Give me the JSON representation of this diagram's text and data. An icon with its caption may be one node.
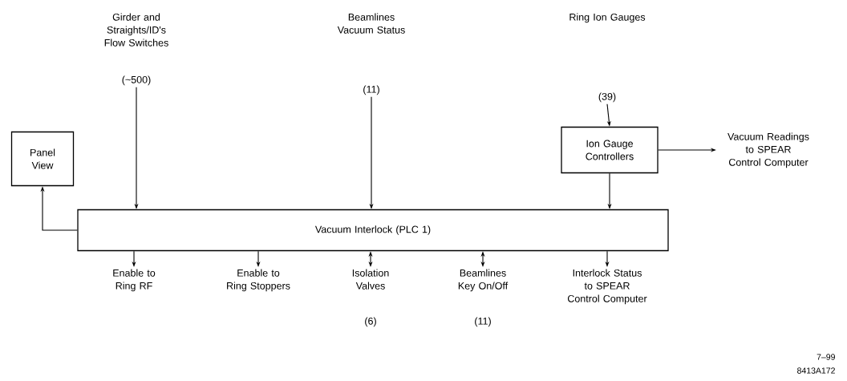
{
  "diagram": {
    "nodes": [
      {
        "text": [
          "Girder and Straights/ID's Flow Switches",
          "(~500)"
        ]
      },
      {
        "text": [
          "Beamlines Vacuum Status",
          "(11)"
        ]
      },
      {
        "text": [
          "Ring Ion Gauges",
          "(39)"
        ]
      },
      {
        "text": [
          "Ion Gauge Controllers"
        ]
      },
      {
        "text": [
          "Vacuum Readings to SPEAR Control Computer"
        ]
      },
      {
        "text": [
          "Panel View"
        ]
      },
      {
        "text": [
          "Vacuum Interlock (PLC 1)"
        ]
      },
      {
        "text": [
          "Enable to Ring RF"
        ]
      },
      {
        "text": [
          "Enable to Ring Stoppers"
        ]
      },
      {
        "text": [
          "Isolation Valves",
          "(6)"
        ]
      },
      {
        "text": [
          "Beamlines Key On/Off",
          "(11)"
        ]
      },
      {
        "text": [
          "Interlock Status to SPEAR Control Computer"
        ]
      }
    ],
    "edges": [
      {
        "from": 0,
        "to": 6,
        "arrow": "to"
      },
      {
        "from": 1,
        "to": 6,
        "arrow": "to"
      },
      {
        "from": 2,
        "to": 3,
        "arrow": "to"
      },
      {
        "from": 3,
        "to": 6,
        "arrow": "to"
      },
      {
        "from": 3,
        "to": 4,
        "arrow": "to"
      },
      {
        "from": 6,
        "to": 5,
        "arrow": "to"
      },
      {
        "from": 6,
        "to": 7,
        "arrow": "to"
      },
      {
        "from": 6,
        "to": 8,
        "arrow": "to"
      },
      {
        "from": 6,
        "to": 9,
        "arrow": "both"
      },
      {
        "from": 6,
        "to": 10,
        "arrow": "both"
      },
      {
        "from": 6,
        "to": 11,
        "arrow": "to"
      }
    ],
    "labels": [
      "7–99",
      "8413A172"
    ]
  }
}
